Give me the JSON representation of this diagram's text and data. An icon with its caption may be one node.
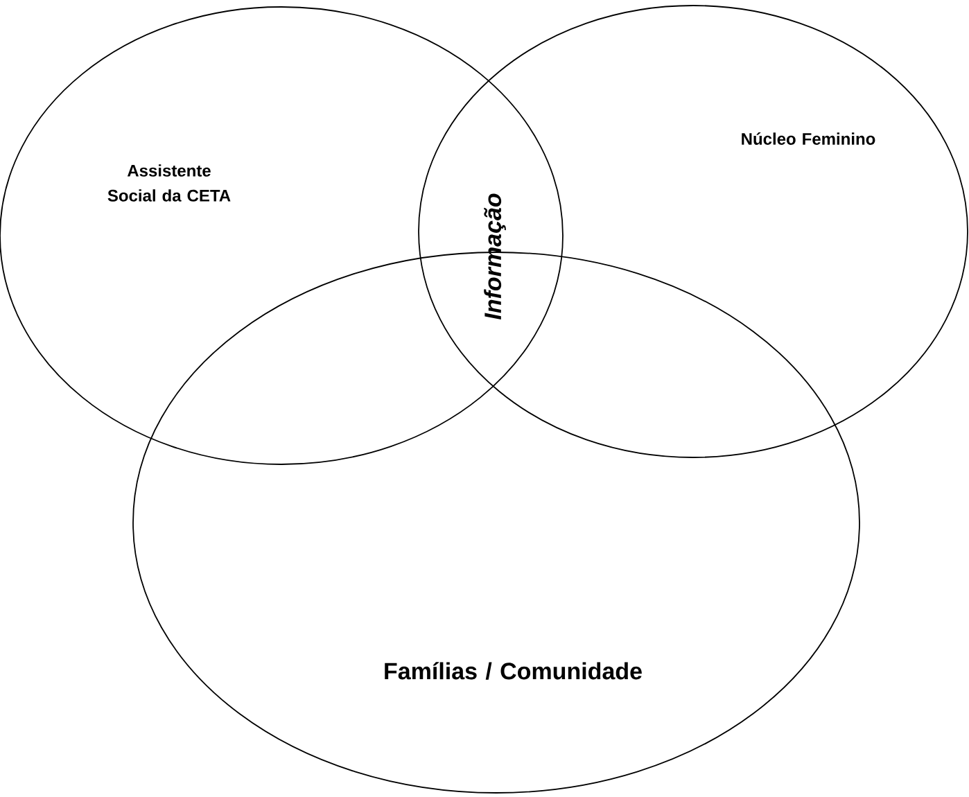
{
  "diagram": {
    "nodes": [
      {
        "text": [
          "Assistente Social da CETA"
        ]
      },
      {
        "text": [
          "Núcleo Feminino"
        ]
      },
      {
        "text": [
          "Famílias / Comunidade"
        ]
      }
    ],
    "labels": [
      "Informação"
    ]
  }
}
